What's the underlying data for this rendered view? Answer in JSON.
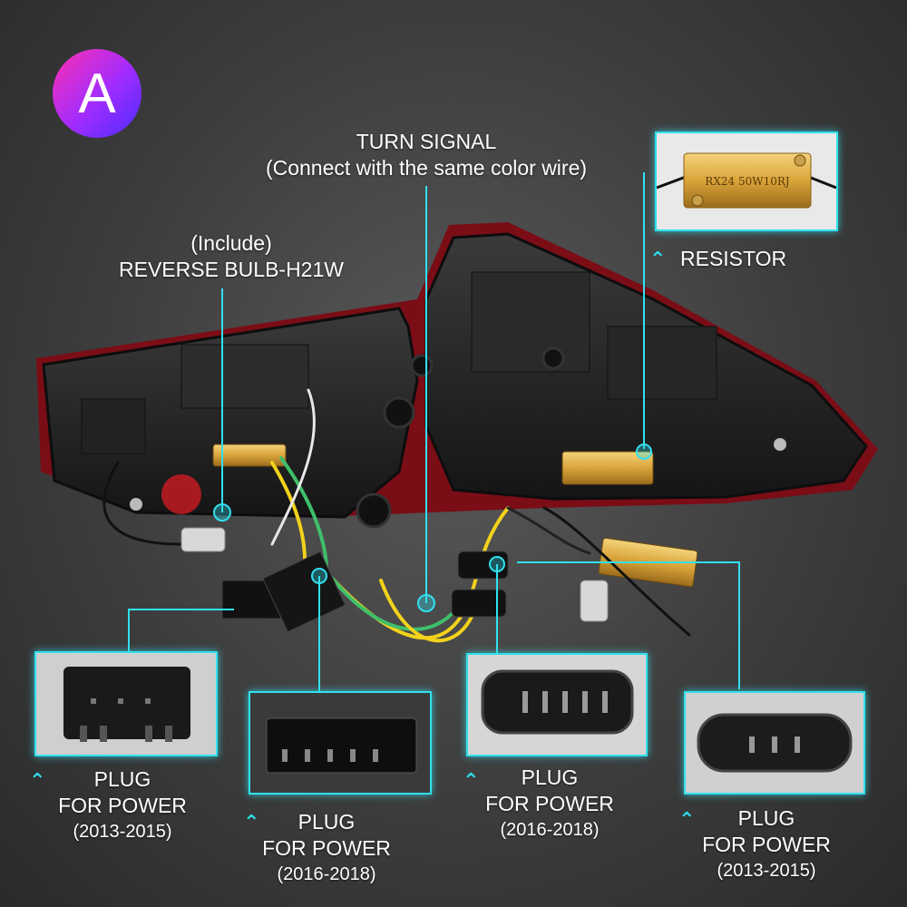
{
  "badge": {
    "letter": "A"
  },
  "labels": {
    "turn_signal": {
      "line1": "TURN SIGNAL",
      "line2": "(Connect with the same color wire)"
    },
    "reverse_bulb": {
      "line1": "(Include)",
      "line2": "REVERSE BULB-H21W"
    },
    "resistor": {
      "text": "RESISTOR"
    },
    "resistor_print": {
      "text": "RX24 50W10RJ"
    },
    "plug_1": {
      "line1": "PLUG",
      "line2": "FOR POWER",
      "line3": "(2013-2015)"
    },
    "plug_2": {
      "line1": "PLUG",
      "line2": "FOR POWER",
      "line3": "(2016-2018)"
    },
    "plug_3": {
      "line1": "PLUG",
      "line2": "FOR POWER",
      "line3": "(2016-2018)"
    },
    "plug_4": {
      "line1": "PLUG",
      "line2": "FOR POWER",
      "line3": "(2013-2015)"
    }
  },
  "colors": {
    "accent": "#31e0ee",
    "badge_start": "#ff2fb1",
    "badge_end": "#4b2cff",
    "lamp_red": "#b3121f",
    "resistor_gold": "#d9a43a",
    "wire_yellow": "#f2d21b",
    "wire_green": "#3fbf6a"
  },
  "icons": {
    "chevron": "chevron-up-icon"
  }
}
